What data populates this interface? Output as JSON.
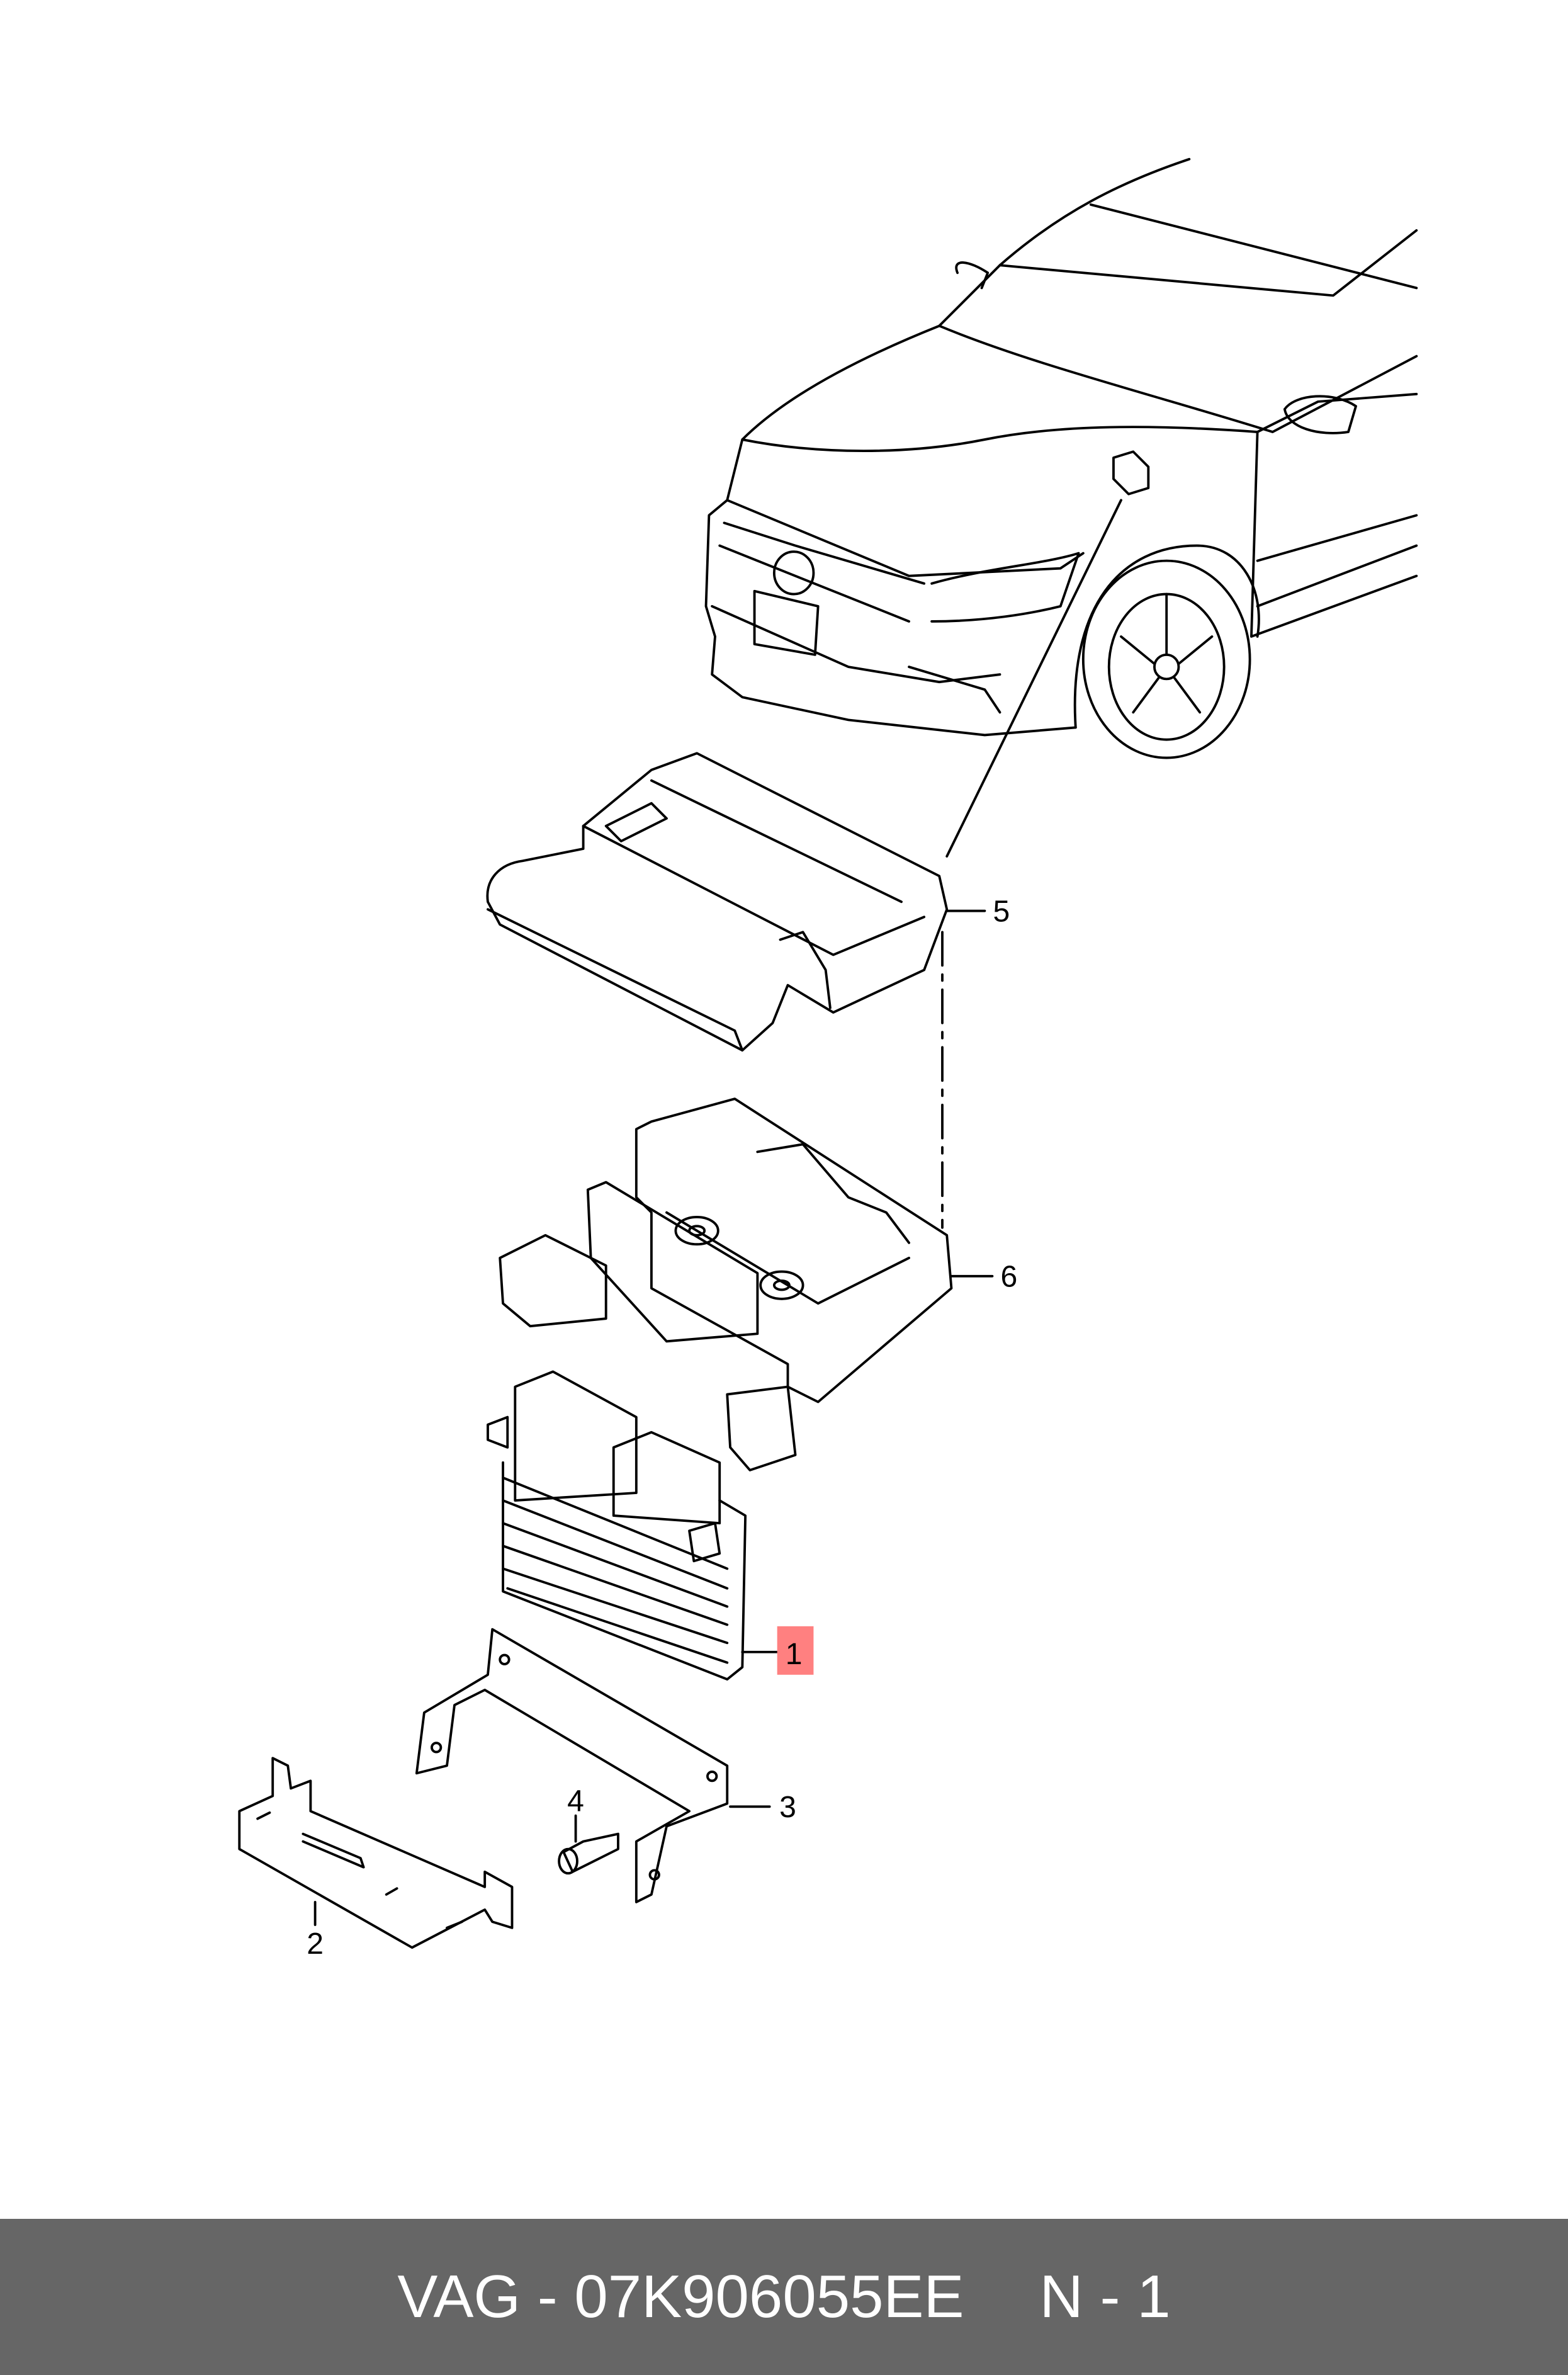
{
  "diagram": {
    "callouts": [
      {
        "id": "1",
        "label": "1",
        "highlighted": true
      },
      {
        "id": "2",
        "label": "2",
        "highlighted": false
      },
      {
        "id": "3",
        "label": "3",
        "highlighted": false
      },
      {
        "id": "4",
        "label": "4",
        "highlighted": false
      },
      {
        "id": "5",
        "label": "5",
        "highlighted": false
      },
      {
        "id": "6",
        "label": "6",
        "highlighted": false
      }
    ],
    "highlight_color": "#ff8080"
  },
  "footer": {
    "part_number": "VAG - 07K906055EE",
    "position": "N - 1",
    "background": "#666666"
  }
}
